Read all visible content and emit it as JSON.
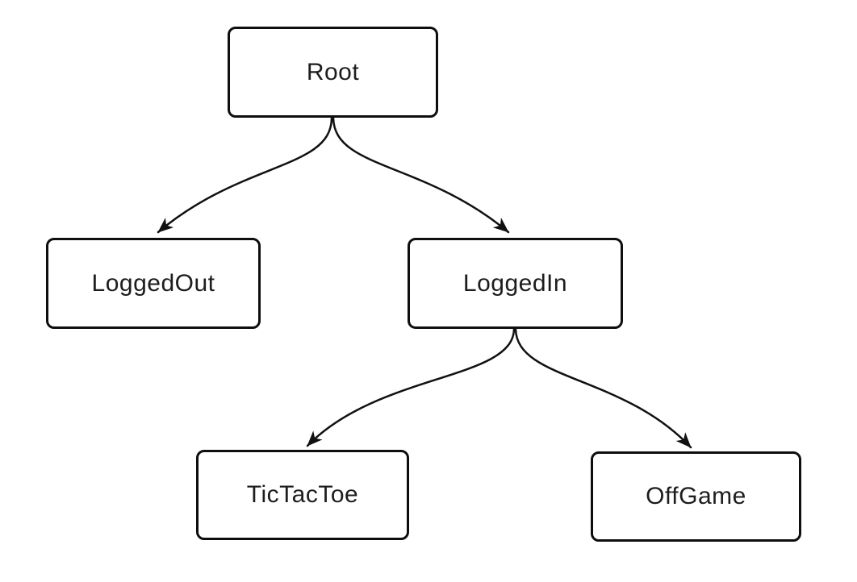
{
  "diagram": {
    "type": "state-tree",
    "background_color": "#ffffff",
    "node_fill_color": "#ffffff",
    "node_border_color": "#0e0e0e",
    "edge_color": "#111111",
    "text_color": "#1d1d1d",
    "nodes": [
      {
        "id": "root",
        "label": "Root",
        "level": 0
      },
      {
        "id": "loggedout",
        "label": "LoggedOut",
        "level": 1
      },
      {
        "id": "loggedin",
        "label": "LoggedIn",
        "level": 1
      },
      {
        "id": "tictactoe",
        "label": "TicTacToe",
        "level": 2
      },
      {
        "id": "offgame",
        "label": "OffGame",
        "level": 2
      }
    ],
    "edges": [
      {
        "from": "Root",
        "to": "LoggedOut",
        "style": "curved-arrow"
      },
      {
        "from": "Root",
        "to": "LoggedIn",
        "style": "curved-arrow"
      },
      {
        "from": "LoggedIn",
        "to": "TicTacToe",
        "style": "curved-arrow"
      },
      {
        "from": "LoggedIn",
        "to": "OffGame",
        "style": "curved-arrow"
      }
    ]
  }
}
